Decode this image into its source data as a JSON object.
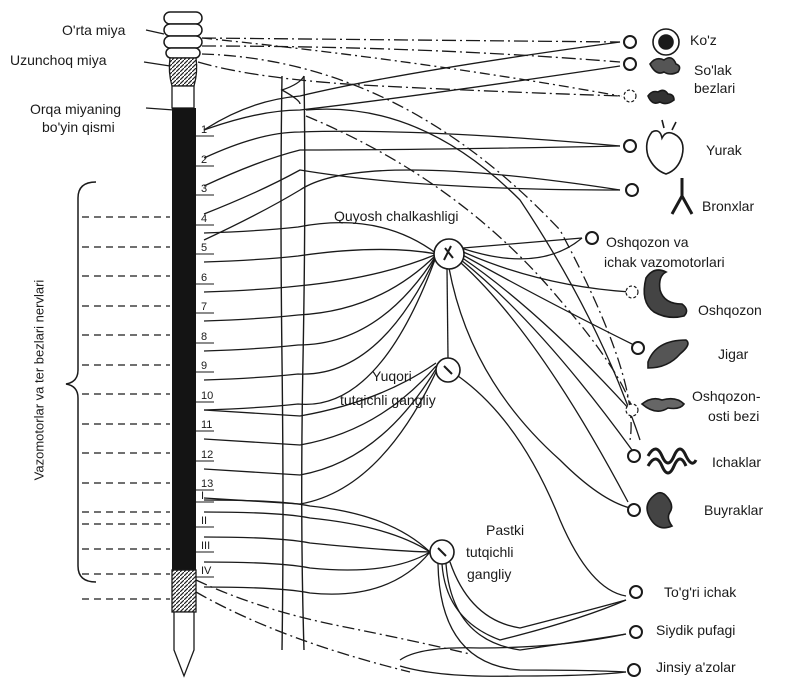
{
  "brain": {
    "orta_miya": "O'rta miya",
    "uzunchoq_miya": "Uzunchoq miya",
    "orqa_miya_1": "Orqa miyaning",
    "orqa_miya_2": "bo'yin qismi"
  },
  "side_label": "Vazomotorlar va  ter bezlari nervlari",
  "thoracic_segments": [
    "1",
    "2",
    "3",
    "4",
    "5",
    "6",
    "7",
    "8",
    "9",
    "10",
    "11",
    "12",
    "13"
  ],
  "lumbar_segments": [
    "I",
    "II",
    "III",
    "IV"
  ],
  "ganglia": {
    "solar": "Quyosh chalkashligi",
    "upper_1": "Yuqori",
    "upper_2": "tutqichli gangliy",
    "lower_1": "Pastki",
    "lower_2": "tutqichli",
    "lower_3": "gangliy"
  },
  "organs": {
    "koz": "Ko'z",
    "solak_1": "So'lak",
    "solak_2": "bezlari",
    "yurak": "Yurak",
    "bronxlar": "Bronxlar",
    "vazo_1": "Oshqozon va",
    "vazo_2": "ichak vazomotorlari",
    "oshqozon": "Oshqozon",
    "jigar": "Jigar",
    "pankreas_1": "Oshqozon-",
    "pankreas_2": "osti  bezi",
    "ichaklar": "Ichaklar",
    "buyraklar": "Buyraklar",
    "togri_ichak": "To'g'ri  ichak",
    "siydik": "Siydik  pufagi",
    "jinsiy": "Jinsiy  a'zolar"
  },
  "colors": {
    "ink": "#1a1a1a",
    "cord": "#141414",
    "paper": "#ffffff"
  }
}
